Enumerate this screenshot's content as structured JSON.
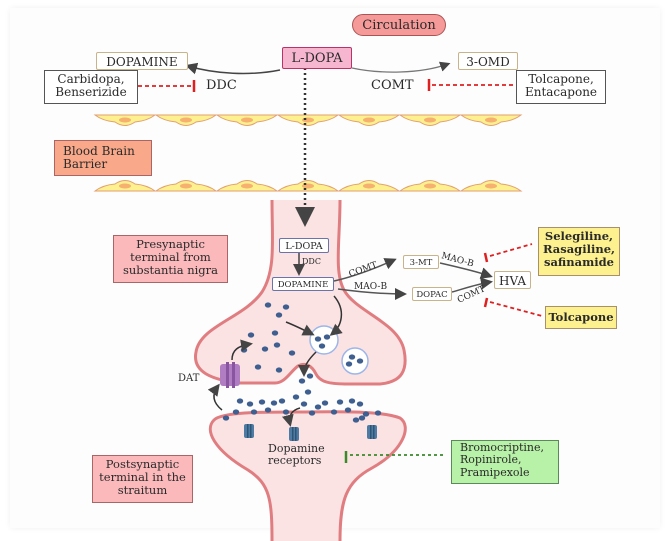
{
  "title": "L-DOPA metabolism and dopaminergic drug targets",
  "regions": {
    "circulation": "Circulation",
    "bbb": "Blood Brain Barrier",
    "presynaptic": "Presynaptic terminal from substantia nigra",
    "postsynaptic": "Postsynaptic terminal in the straitum"
  },
  "circulation": {
    "ldopa": "L-DOPA",
    "dopamine": "DOPAMINE",
    "omd": "3-OMD",
    "ddc": "DDC",
    "comt": "COMT",
    "ddc_inhibitors": "Carbidopa, Benserizide",
    "comt_inhibitors": "Tolcapone, Entacapone"
  },
  "presynaptic_pathway": {
    "ldopa": "L-DOPA",
    "ddc": "DDC",
    "dopamine": "DOPAMINE",
    "comt_1": "COMT",
    "maob_1": "MAO-B",
    "mt3": "3-MT",
    "dopac": "DOPAC",
    "maob_2": "MAO-B",
    "comt_2": "COMT",
    "hva": "HVA",
    "maob_inhibitors": "Selegiline, Rasagiline, safinamide",
    "comt_inhibitor": "Tolcapone"
  },
  "synapse": {
    "dat": "DAT",
    "receptors": "Dopamine receptors",
    "agonists": "Bromocriptine, Ropinirole, Pramipexole"
  },
  "colors": {
    "inhibition": "#e02020",
    "agonism": "#3a8a2a",
    "neuron_fill": "#fbe3e4",
    "neuron_stroke": "#e07d80",
    "vesicle": "#3e5f8f",
    "bbb_cell": "#fdf08f",
    "ldopa_box": "#f6b6cf",
    "circulation_pill": "#f59a98",
    "bbb_label": "#f9a98a",
    "region_label": "#fbb9bb",
    "maob_drug_box": "#fdf08f",
    "agonist_box": "#b8f1a8"
  }
}
